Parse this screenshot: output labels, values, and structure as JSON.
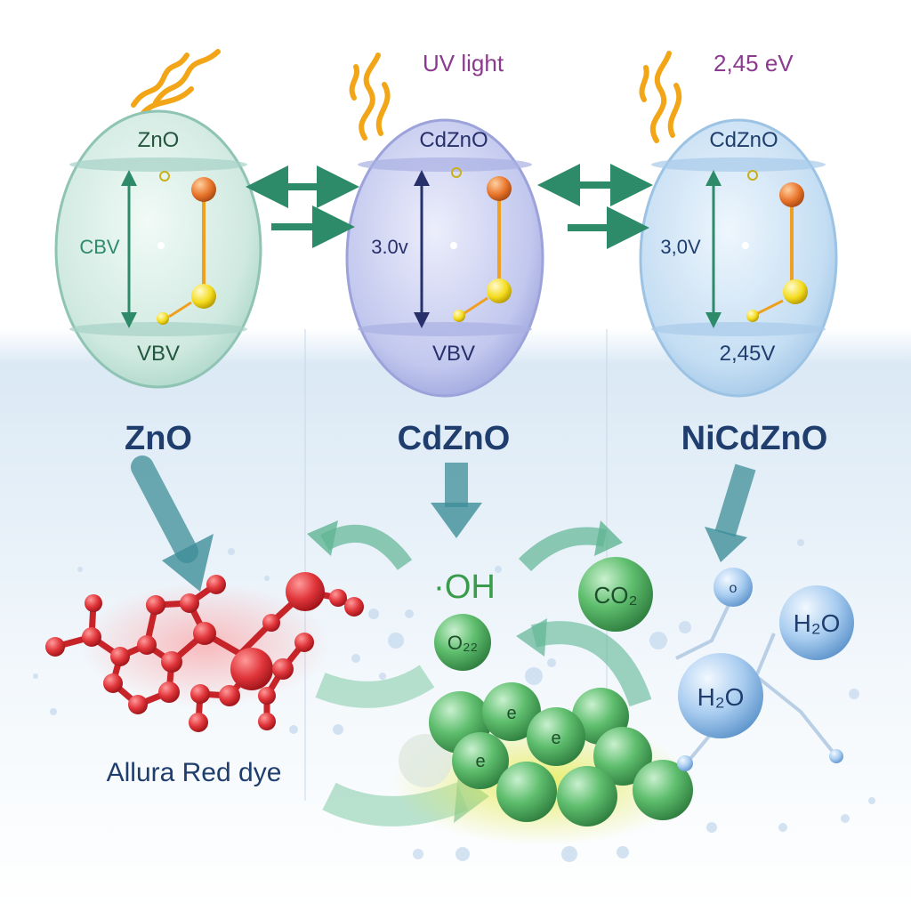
{
  "header_labels": {
    "uv_light": "UV light",
    "energy": "2,45 eV"
  },
  "panels": [
    {
      "id": "zno",
      "capsule_top": "ZnO",
      "gap_label": "CBV",
      "capsule_bottom": "VBV",
      "material_name": "ZnO"
    },
    {
      "id": "cdzno",
      "capsule_top": "CdZnO",
      "gap_label": "3.0v",
      "capsule_bottom": "VBV",
      "material_name": "CdZnO"
    },
    {
      "id": "nicdzno",
      "capsule_top": "CdZnO",
      "gap_label": "3,0V",
      "capsule_bottom": "2,45V",
      "material_name": "NiCdZnO"
    }
  ],
  "species": {
    "hydroxyl": "·OH",
    "oxygen": "O₂₂",
    "co2": "CO₂",
    "water_1": "H₂O",
    "water_2": "H₂O",
    "small_bubble": "o",
    "electron_1": "e",
    "electron_2": "e",
    "electron_3": "e"
  },
  "dye_label": "Allura Red dye",
  "colors": {
    "zno": "#2e8b6a",
    "cdzno": "#27306b",
    "nicdzno": "#1f3e6e",
    "accent_purple": "#8a3a8f",
    "dye_red": "#d62a2f",
    "green_sphere": "#4caf62",
    "blue_sphere": "#7fb6e8",
    "flame": "#f2a516"
  }
}
